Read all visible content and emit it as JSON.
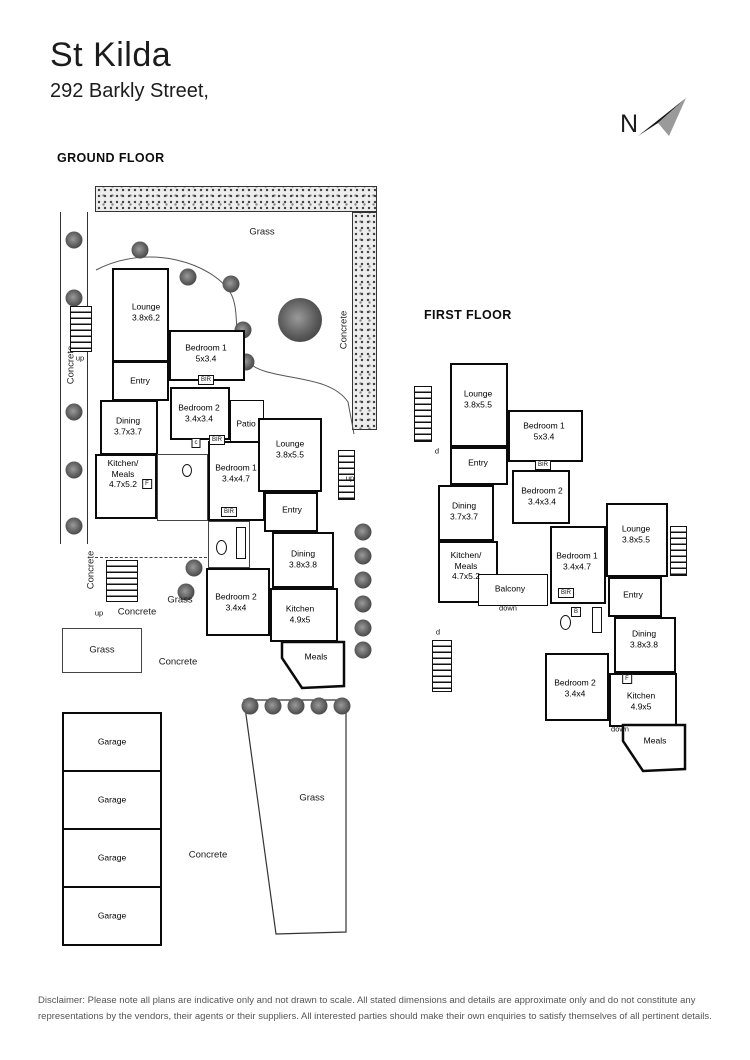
{
  "header": {
    "title": "St Kilda",
    "subtitle": "292 Barkly Street,",
    "north": "N"
  },
  "colors": {
    "wall": "#0a0a0a",
    "disclaimer_text": "#555555"
  },
  "ground": {
    "label": "GROUND FLOOR",
    "rooms": [
      {
        "name": "Lounge",
        "dims": "3.8x6.2"
      },
      {
        "name": "Bedroom 1",
        "dims": "5x3.4"
      },
      {
        "name": "Entry",
        "dims": ""
      },
      {
        "name": "Dining",
        "dims": "3.7x3.7"
      },
      {
        "name": "Bedroom 2",
        "dims": "3.4x3.4"
      },
      {
        "name": "Patio",
        "dims": ""
      },
      {
        "name": "Lounge",
        "dims": "3.8x5.5"
      },
      {
        "name": "Kitchen/",
        "name2": "Meals",
        "dims": "4.7x5.2"
      },
      {
        "name": "Bedroom 1",
        "dims": "3.4x4.7"
      },
      {
        "name": "Entry",
        "dims": ""
      },
      {
        "name": "Dining",
        "dims": "3.8x3.8"
      },
      {
        "name": "Bedroom 2",
        "dims": "3.4x4"
      },
      {
        "name": "Kitchen",
        "dims": "4.9x5"
      },
      {
        "name": "Meals",
        "dims": ""
      },
      {
        "name": "Garage",
        "dims": ""
      },
      {
        "name": "Garage",
        "dims": ""
      },
      {
        "name": "Garage",
        "dims": ""
      },
      {
        "name": "Garage",
        "dims": ""
      }
    ],
    "surfaces": [
      "Grass",
      "Concrete",
      "Concrete",
      "Concrete",
      "Grass",
      "Concrete",
      "Grass",
      "Concrete",
      "Grass",
      "Concrete"
    ],
    "stair_labels": [
      "up",
      "up",
      "up"
    ],
    "fixtures": [
      "BIR",
      "BIR",
      "BIR",
      "F",
      "c"
    ]
  },
  "first": {
    "label": "FIRST FLOOR",
    "rooms": [
      {
        "name": "Lounge",
        "dims": "3.8x5.5"
      },
      {
        "name": "Bedroom 1",
        "dims": "5x3.4"
      },
      {
        "name": "Entry",
        "dims": ""
      },
      {
        "name": "Dining",
        "dims": "3.7x3.7"
      },
      {
        "name": "Bedroom 2",
        "dims": "3.4x3.4"
      },
      {
        "name": "Kitchen/",
        "name2": "Meals",
        "dims": "4.7x5.2"
      },
      {
        "name": "Balcony",
        "dims": ""
      },
      {
        "name": "Bedroom 1",
        "dims": "3.4x4.7"
      },
      {
        "name": "Lounge",
        "dims": "3.8x5.5"
      },
      {
        "name": "Entry",
        "dims": ""
      },
      {
        "name": "Dining",
        "dims": "3.8x3.8"
      },
      {
        "name": "Bedroom 2",
        "dims": "3.4x4"
      },
      {
        "name": "Kitchen",
        "dims": "4.9x5"
      },
      {
        "name": "Meals",
        "dims": ""
      }
    ],
    "stair_labels": [
      "d",
      "d",
      "down",
      "down"
    ],
    "fixtures": [
      "BIR",
      "BIR",
      "B",
      "F"
    ]
  },
  "disclaimer": {
    "line1": "Disclaimer: Please note all plans are indicative only and not drawn to scale.  All stated dimensions and details are approximate only and do not constitute any",
    "line2": "representations by the vendors, their agents or their suppliers.  All interested parties should make their own enquiries to satisfy themselves of all pertinent details."
  }
}
